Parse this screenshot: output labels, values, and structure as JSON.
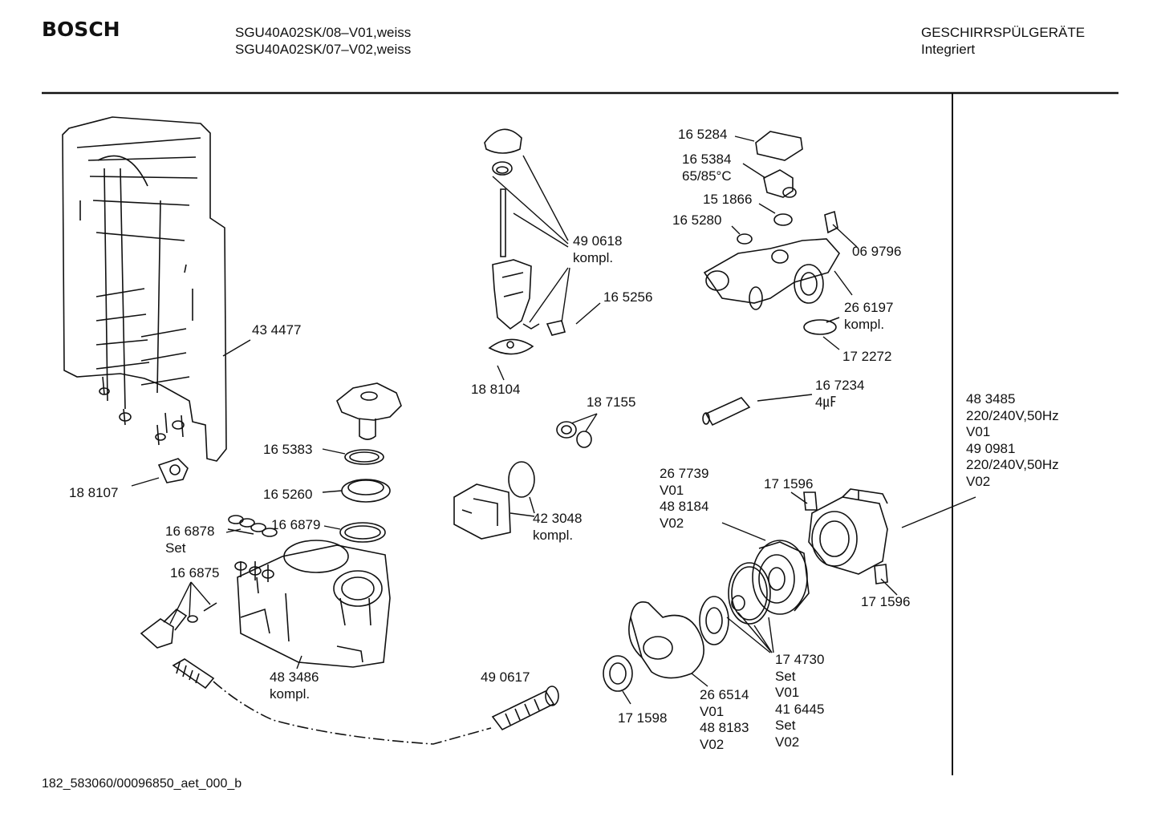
{
  "header": {
    "brand": "BOSCH",
    "models": [
      "SGU40A02SK/08–V01,weiss",
      "SGU40A02SK/07–V02,weiss"
    ],
    "category": "GESCHIRRSPÜLGERÄTE",
    "subcategory": "Integriert"
  },
  "parts": [
    {
      "id": "p434477",
      "lines": [
        "43 4477"
      ]
    },
    {
      "id": "p188107",
      "lines": [
        "18 8107"
      ]
    },
    {
      "id": "p165383",
      "lines": [
        "16 5383"
      ]
    },
    {
      "id": "p165260",
      "lines": [
        "16 5260"
      ]
    },
    {
      "id": "p166878",
      "lines": [
        "16 6878",
        "Set"
      ]
    },
    {
      "id": "p166879",
      "lines": [
        "16 6879"
      ]
    },
    {
      "id": "p166875",
      "lines": [
        "16 6875"
      ]
    },
    {
      "id": "p483486",
      "lines": [
        "48 3486",
        "kompl."
      ]
    },
    {
      "id": "p490618",
      "lines": [
        "49 0618",
        "kompl."
      ]
    },
    {
      "id": "p165256",
      "lines": [
        "16 5256"
      ]
    },
    {
      "id": "p188104",
      "lines": [
        "18 8104"
      ]
    },
    {
      "id": "p187155",
      "lines": [
        "18 7155"
      ]
    },
    {
      "id": "p423048",
      "lines": [
        "42 3048",
        "kompl."
      ]
    },
    {
      "id": "p490617",
      "lines": [
        "49 0617"
      ]
    },
    {
      "id": "p165284",
      "lines": [
        "16 5284"
      ]
    },
    {
      "id": "p165384",
      "lines": [
        "16 5384",
        "65/85°C"
      ]
    },
    {
      "id": "p151866",
      "lines": [
        "15 1866"
      ]
    },
    {
      "id": "p165280",
      "lines": [
        "16 5280"
      ]
    },
    {
      "id": "p069796",
      "lines": [
        "06 9796"
      ]
    },
    {
      "id": "p266197",
      "lines": [
        "26 6197",
        "kompl."
      ]
    },
    {
      "id": "p172272",
      "lines": [
        "17 2272"
      ]
    },
    {
      "id": "p167234",
      "lines": [
        "16 7234",
        "4㎌"
      ]
    },
    {
      "id": "p267739",
      "lines": [
        "26 7739",
        "V01",
        "48 8184",
        "V02"
      ]
    },
    {
      "id": "p171596a",
      "lines": [
        "17 1596"
      ]
    },
    {
      "id": "p171596b",
      "lines": [
        "17 1596"
      ]
    },
    {
      "id": "p174730",
      "lines": [
        "17 4730",
        "Set",
        "V01",
        "41 6445",
        "Set",
        "V02"
      ]
    },
    {
      "id": "p266514",
      "lines": [
        "26 6514",
        "V01",
        "48 8183",
        "V02"
      ]
    },
    {
      "id": "p171598",
      "lines": [
        "17 1598"
      ]
    },
    {
      "id": "p483485",
      "lines": [
        "48 3485",
        "220/240V,50Hz",
        "V01",
        "49 0981",
        "220/240V,50Hz",
        "V02"
      ]
    }
  ],
  "footer": {
    "doc_id": "182_583060/00096850_aet_000_b"
  }
}
